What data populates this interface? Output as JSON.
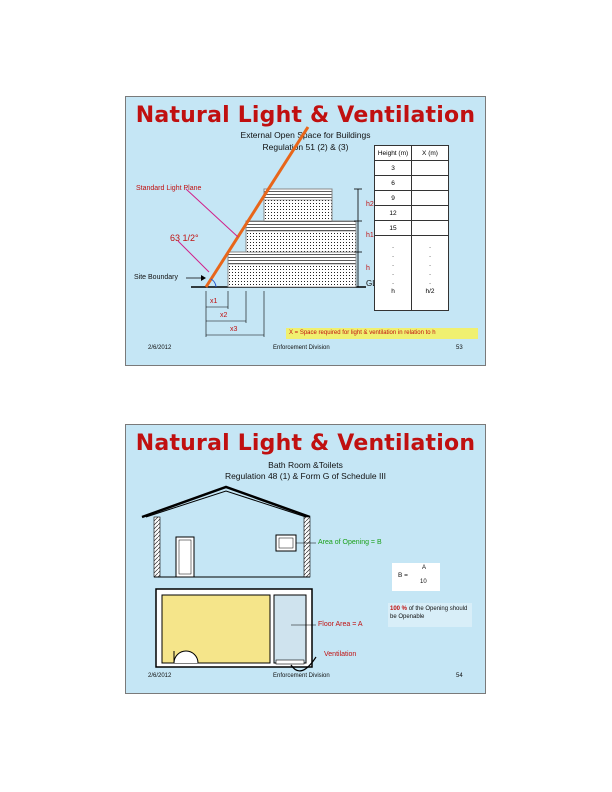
{
  "slide1": {
    "title": "Natural Light & Ventilation",
    "subtitle": "External Open Space for Buildings",
    "regulation": "Regulation 51 (2) & (3)",
    "labels": {
      "light_plane": "Standard Light Plane",
      "angle": "63  1/2°",
      "site_boundary": "Site Boundary",
      "h2": "h2",
      "h1": "h1",
      "h": "h",
      "gl": "GL",
      "x1": "x1",
      "x2": "x2",
      "x3": "x3"
    },
    "table": {
      "headers": [
        "Height (m)",
        "X (m)"
      ],
      "heights": [
        "3",
        "6",
        "9",
        "12",
        "15"
      ],
      "continuation_h": ". . . . . h",
      "continuation_x": ". . . . . h/2"
    },
    "note": "X = Space required for light & ventilation in relation to h",
    "date": "2/6/2012",
    "department": "Enforcement Division",
    "page": "53"
  },
  "slide2": {
    "title": "Natural Light & Ventilation",
    "subtitle": "Bath Room &Toilets",
    "regulation": "Regulation 48 (1) & Form G of Schedule III",
    "area_opening": "Area of Opening = B",
    "formula_lhs": "B  =",
    "formula_num": "A",
    "formula_den": "10",
    "openable_pct": "100 %",
    "openable_text": "of the Opening should be Openable",
    "floor_area": "Floor Area = A",
    "ventilation": "Ventilation",
    "date": "2/6/2012",
    "department": "Enforcement Division",
    "page": "54"
  },
  "colors": {
    "slide_bg": "#c5e6f5",
    "title_red": "#c01010",
    "light_plane_orange": "#e8661a",
    "pointer_magenta": "#d0208a",
    "note_yellow": "#f0f070",
    "floor_yellow": "#f5e58a",
    "green_text": "#1aa01a"
  }
}
